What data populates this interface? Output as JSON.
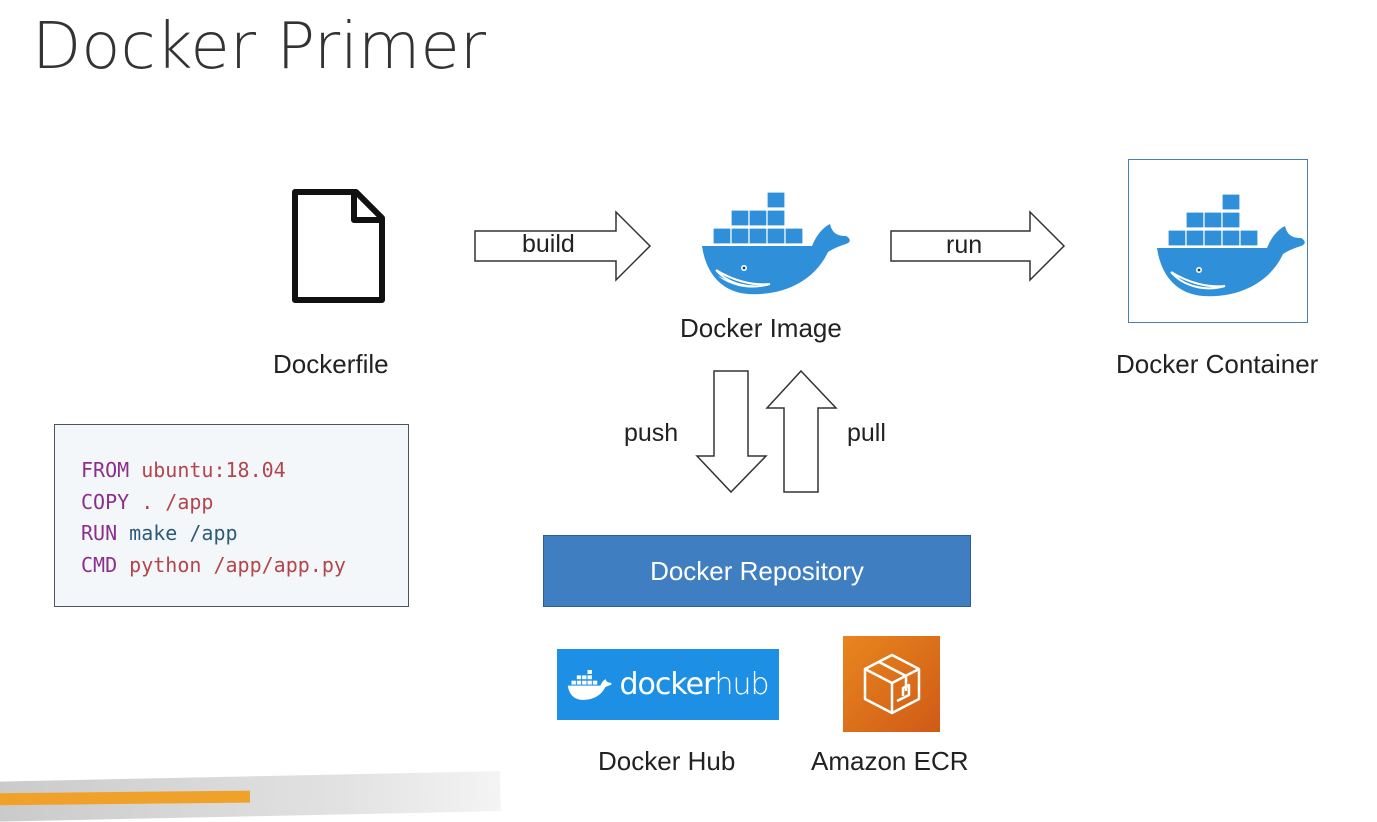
{
  "title": "Docker Primer",
  "nodes": {
    "dockerfile": "Dockerfile",
    "docker_image": "Docker Image",
    "docker_container": "Docker Container",
    "docker_repository": "Docker Repository",
    "docker_hub": "Docker Hub",
    "amazon_ecr": "Amazon ECR"
  },
  "arrows": {
    "build": "build",
    "run": "run",
    "push": "push",
    "pull": "pull"
  },
  "dockerfile_code": [
    {
      "keyword": "FROM",
      "args": "ubuntu:18.04",
      "style": "str"
    },
    {
      "keyword": "COPY",
      "args": ". /app",
      "style": "str"
    },
    {
      "keyword": "RUN",
      "args": "make /app",
      "style": "plain"
    },
    {
      "keyword": "CMD",
      "args": "python /app/app.py",
      "style": "str"
    }
  ],
  "logos": {
    "docker_hub_text_a": "docker",
    "docker_hub_text_b": "hub"
  },
  "icons": {
    "dockerfile": "file-icon",
    "image": "docker-whale-icon",
    "container": "docker-whale-icon",
    "ecr": "amazon-ecr-icon"
  },
  "colors": {
    "docker_blue": "#3f7ec0",
    "whale_blue": "#2f8fd8",
    "hub_blue": "#1d90e6",
    "ecr_orange": "#e8861e",
    "keyword_purple": "#8b2f8e",
    "string_red": "#b3454c"
  }
}
